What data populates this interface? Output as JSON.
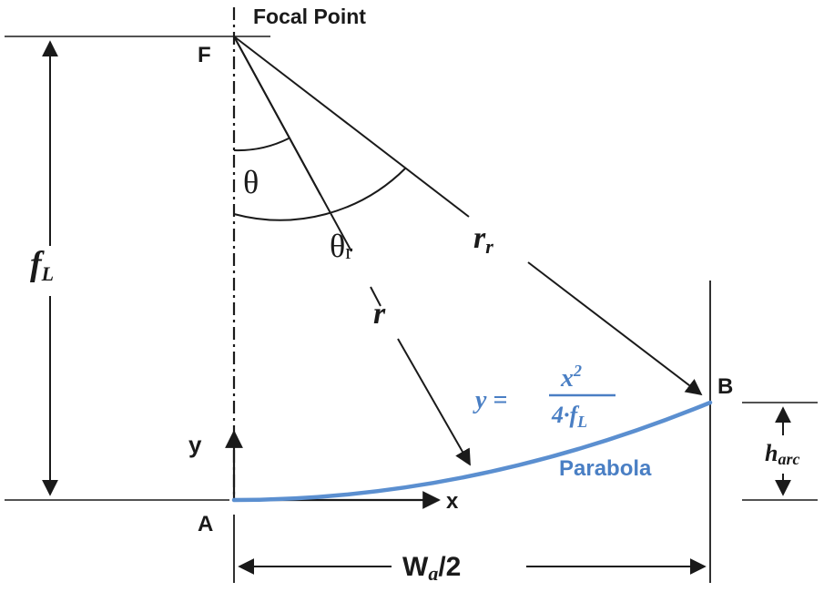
{
  "labels": {
    "focal_point": "Focal Point",
    "F": "F",
    "A": "A",
    "B": "B",
    "x_axis": "x",
    "y_axis": "y",
    "theta": "θ",
    "theta_r_base": "θ",
    "theta_r_sub": "r",
    "r": "r",
    "r_r_base": "r",
    "r_r_sub": "r",
    "f_L_base": "f",
    "f_L_sub": "L",
    "h_arc_base": "h",
    "h_arc_sub": "arc",
    "W_a_half_base": "W",
    "W_a_half_sub": "a",
    "W_a_half_tail": "/2",
    "parabola": "Parabola",
    "eq_lhs": "y =",
    "eq_num_base": "x",
    "eq_num_exp": "2",
    "eq_den_base": "4·f",
    "eq_den_sub": "L"
  },
  "colors": {
    "line": "#1a1a1a",
    "parabola": "#5b8fd0",
    "parabola_text": "#4a7fc4"
  }
}
